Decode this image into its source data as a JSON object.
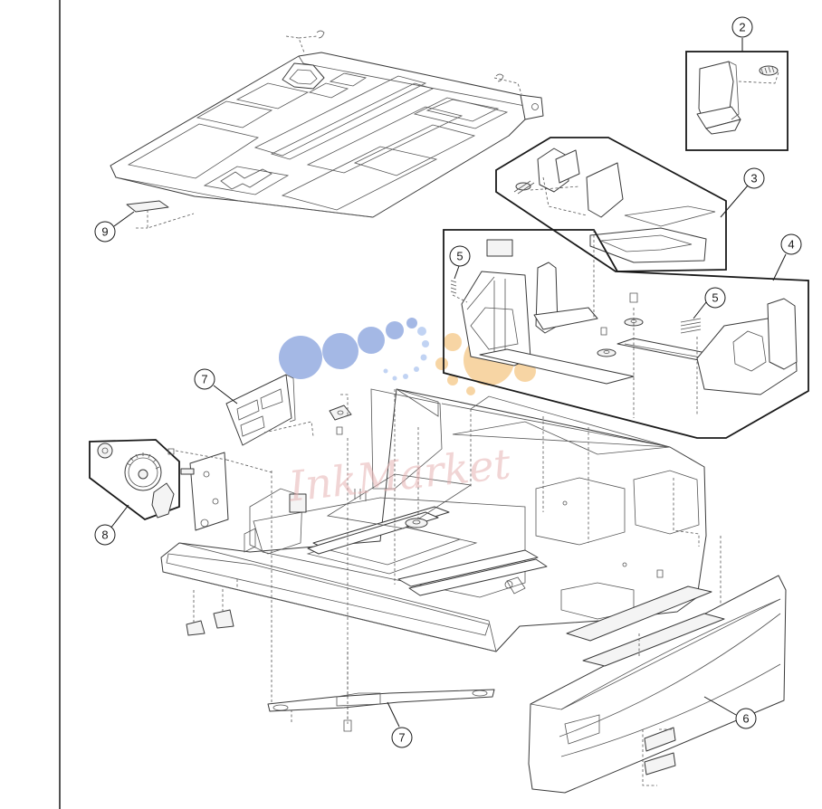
{
  "callouts": [
    {
      "id": "c2",
      "label": "2"
    },
    {
      "id": "c3",
      "label": "3"
    },
    {
      "id": "c4",
      "label": "4"
    },
    {
      "id": "c5a",
      "label": "5"
    },
    {
      "id": "c5b",
      "label": "5"
    },
    {
      "id": "c6",
      "label": "6"
    },
    {
      "id": "c7a",
      "label": "7"
    },
    {
      "id": "c7b",
      "label": "7"
    },
    {
      "id": "c8",
      "label": "8"
    },
    {
      "id": "c9",
      "label": "9"
    }
  ],
  "watermark": {
    "text": "InkMarket",
    "colors": {
      "blue": "#5b7fd1",
      "orange": "#f2b45a",
      "pink": "#e7b4b4"
    }
  },
  "colors": {
    "line": "#3a3a3a",
    "frame": "#1a1a1a",
    "background": "#ffffff"
  }
}
